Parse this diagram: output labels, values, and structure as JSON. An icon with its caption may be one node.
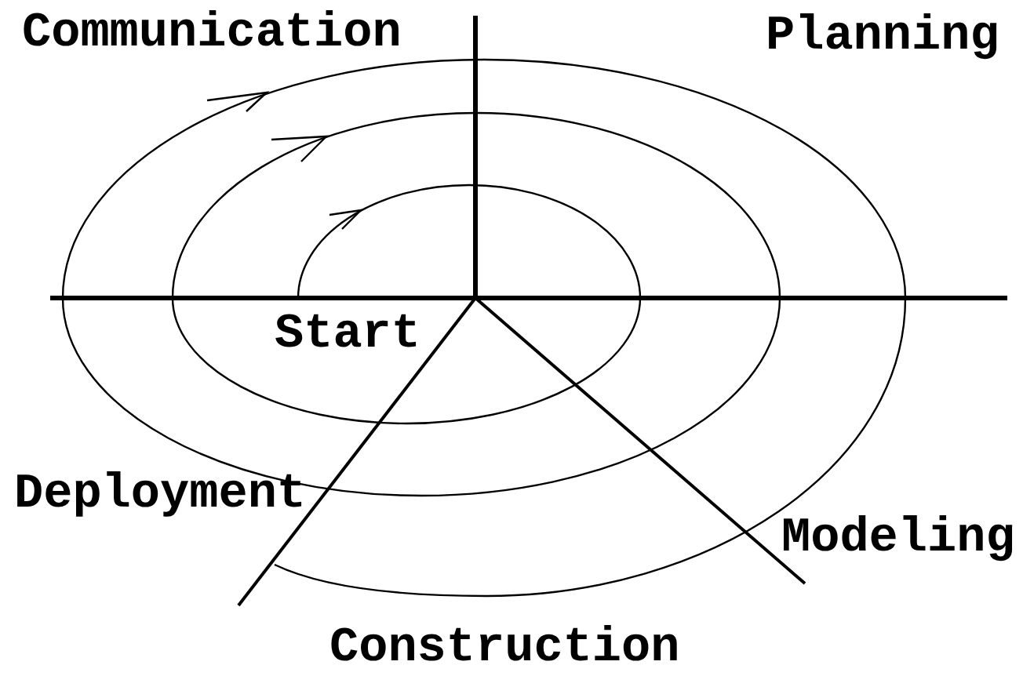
{
  "diagram": {
    "labels": [
      "Communication",
      "Planning",
      "Start",
      "Deployment",
      "Modeling",
      "Construction"
    ]
  }
}
